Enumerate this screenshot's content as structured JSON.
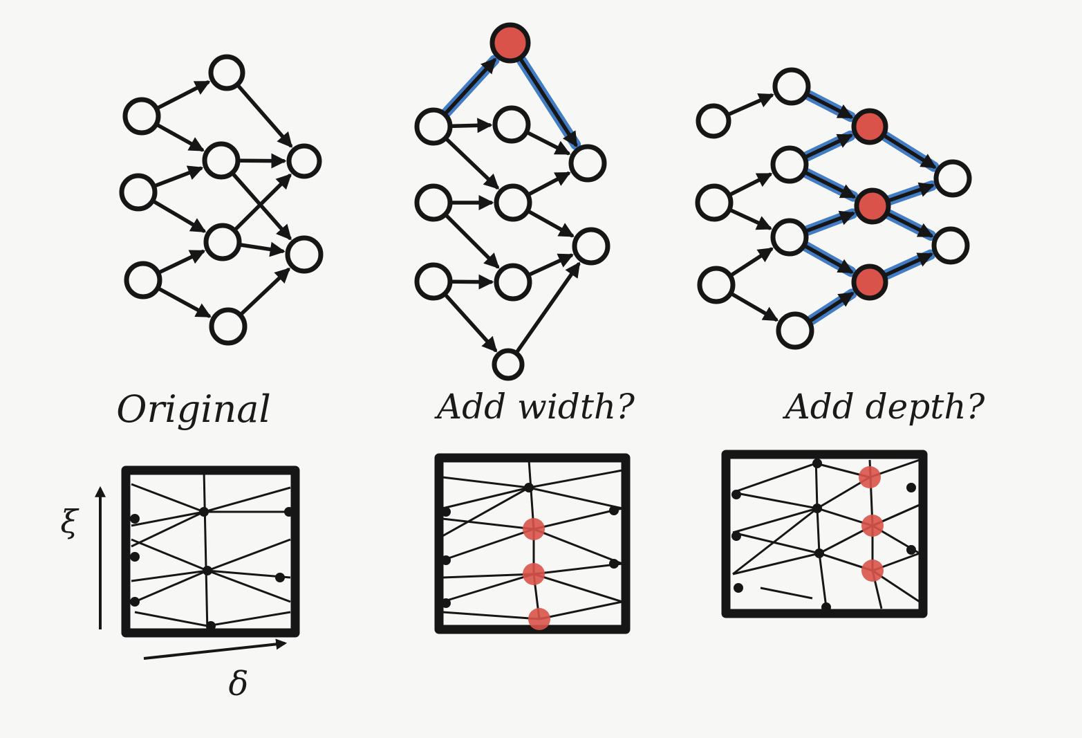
{
  "colors": {
    "paper": "#f7f7f5",
    "ink": "#161616",
    "new_node": "#d9534a",
    "new_edge": "#2f6fc0"
  },
  "panels": [
    {
      "id": "original",
      "label": "Original"
    },
    {
      "id": "add-width",
      "label": "Add width?"
    },
    {
      "id": "add-depth",
      "label": "Add depth?"
    }
  ],
  "axes": {
    "vertical_label": "ξ",
    "horizontal_label": "δ"
  }
}
